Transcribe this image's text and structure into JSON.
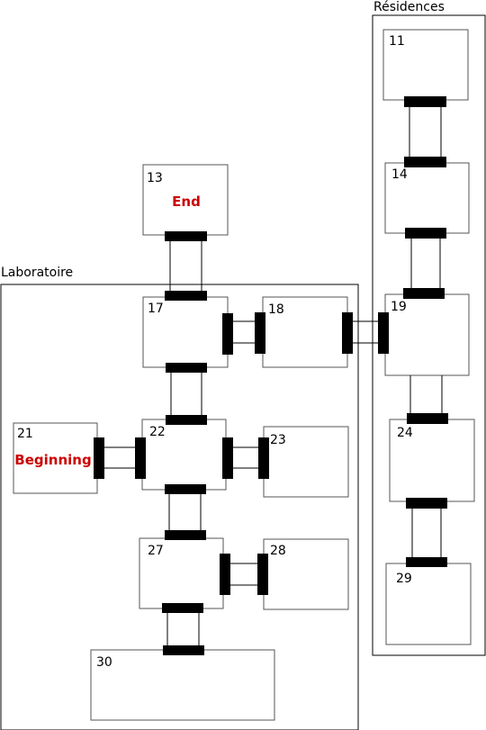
{
  "zones": [
    {
      "id": "residences",
      "label": "Résidences"
    },
    {
      "id": "laboratoire",
      "label": "Laboratoire"
    }
  ],
  "rooms": [
    {
      "id": "11",
      "number": "11",
      "tag": ""
    },
    {
      "id": "13",
      "number": "13",
      "tag": "End"
    },
    {
      "id": "14",
      "number": "14",
      "tag": ""
    },
    {
      "id": "17",
      "number": "17",
      "tag": ""
    },
    {
      "id": "18",
      "number": "18",
      "tag": ""
    },
    {
      "id": "19",
      "number": "19",
      "tag": ""
    },
    {
      "id": "21",
      "number": "21",
      "tag": "Beginning"
    },
    {
      "id": "22",
      "number": "22",
      "tag": ""
    },
    {
      "id": "23",
      "number": "23",
      "tag": ""
    },
    {
      "id": "24",
      "number": "24",
      "tag": ""
    },
    {
      "id": "27",
      "number": "27",
      "tag": ""
    },
    {
      "id": "28",
      "number": "28",
      "tag": ""
    },
    {
      "id": "29",
      "number": "29",
      "tag": ""
    },
    {
      "id": "30",
      "number": "30",
      "tag": ""
    }
  ],
  "connections": [
    {
      "from": "13",
      "to": "17"
    },
    {
      "from": "17",
      "to": "18"
    },
    {
      "from": "17",
      "to": "22"
    },
    {
      "from": "18",
      "to": "19"
    },
    {
      "from": "21",
      "to": "22"
    },
    {
      "from": "22",
      "to": "23"
    },
    {
      "from": "22",
      "to": "27"
    },
    {
      "from": "27",
      "to": "28"
    },
    {
      "from": "27",
      "to": "30"
    },
    {
      "from": "11",
      "to": "14"
    },
    {
      "from": "14",
      "to": "19"
    },
    {
      "from": "19",
      "to": "24"
    },
    {
      "from": "24",
      "to": "29"
    }
  ],
  "colors": {
    "line": "#000000",
    "room_border": "#555555",
    "tag": "#cc0000"
  }
}
